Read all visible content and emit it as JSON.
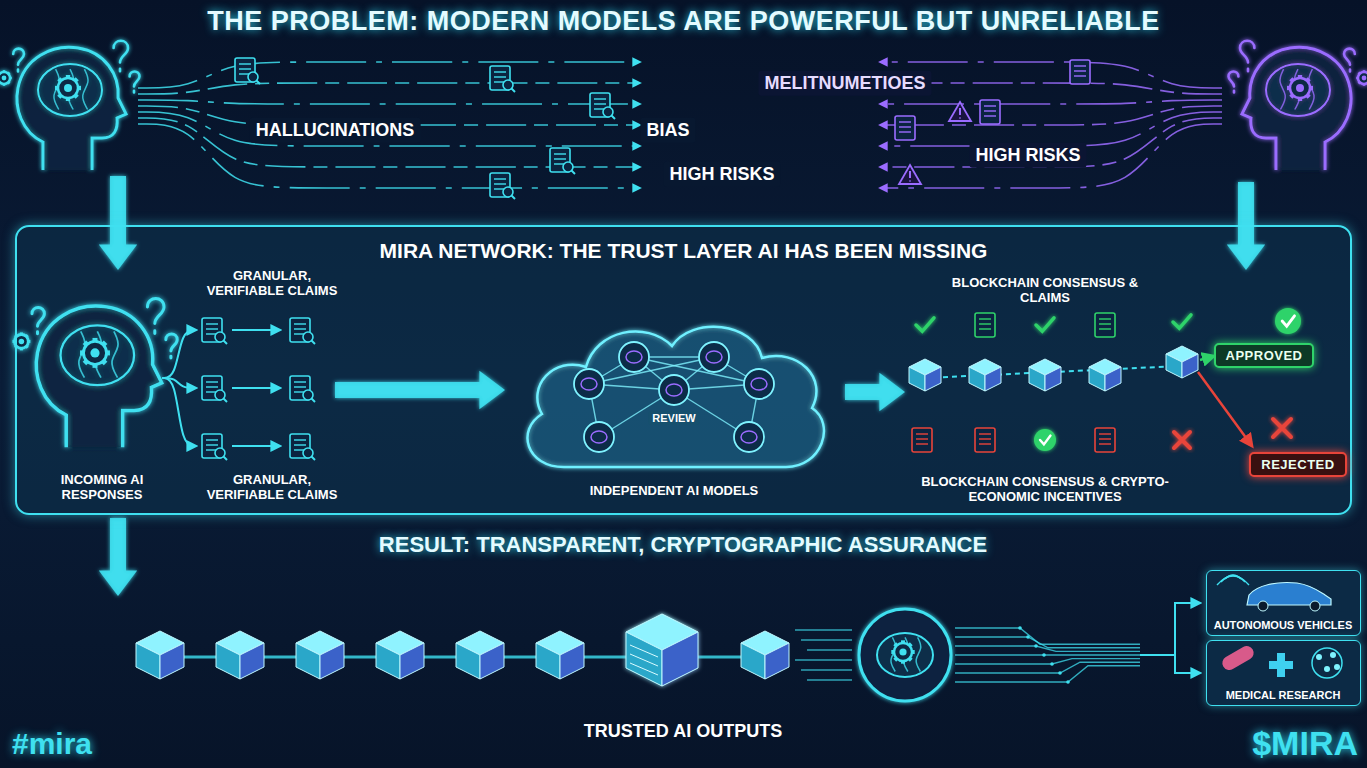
{
  "diagram": {
    "title": "THE PROBLEM: MODERN MODELS ARE POWERFUL BUT UNRELIABLE",
    "nodes": [
      {
        "text": [
          "MIRA NETWORK: THE TRUST LAYER AI HAS BEEN MISSING"
        ]
      },
      {
        "text": [
          "REVIEW",
          "INDEPENDENT AI MODELS"
        ],
        "in": 0
      },
      {
        "text": [
          "APPROVED"
        ],
        "in": 0
      },
      {
        "text": [
          "REJECTED"
        ],
        "in": 0
      },
      {
        "text": [
          "AUTONOMOUS VEHICLES"
        ]
      },
      {
        "text": [
          "MEDICAL RESEARCH"
        ]
      }
    ],
    "labels": [
      "HALLUCINATIONS",
      "BIAS",
      "HIGH RISKS",
      "MELITNUMETIOES",
      "HIGH RISKS",
      "GRANULAR, VERIFIABLE CLAIMS",
      "INCOMING AI RESPONSES",
      "GRANULAR, VERIFIABLE CLAIMS",
      "BLOCKCHAIN CONSENSUS & CLAIMS",
      "BLOCKCHAIN CONSENSUS & CRYPTO-ECONOMIC INCENTIVES",
      "RESULT: TRANSPARENT, CRYPTOGRAPHIC ASSURANCE",
      "TRUSTED AI OUTPUTS",
      "#mira",
      "$MIRA"
    ]
  }
}
